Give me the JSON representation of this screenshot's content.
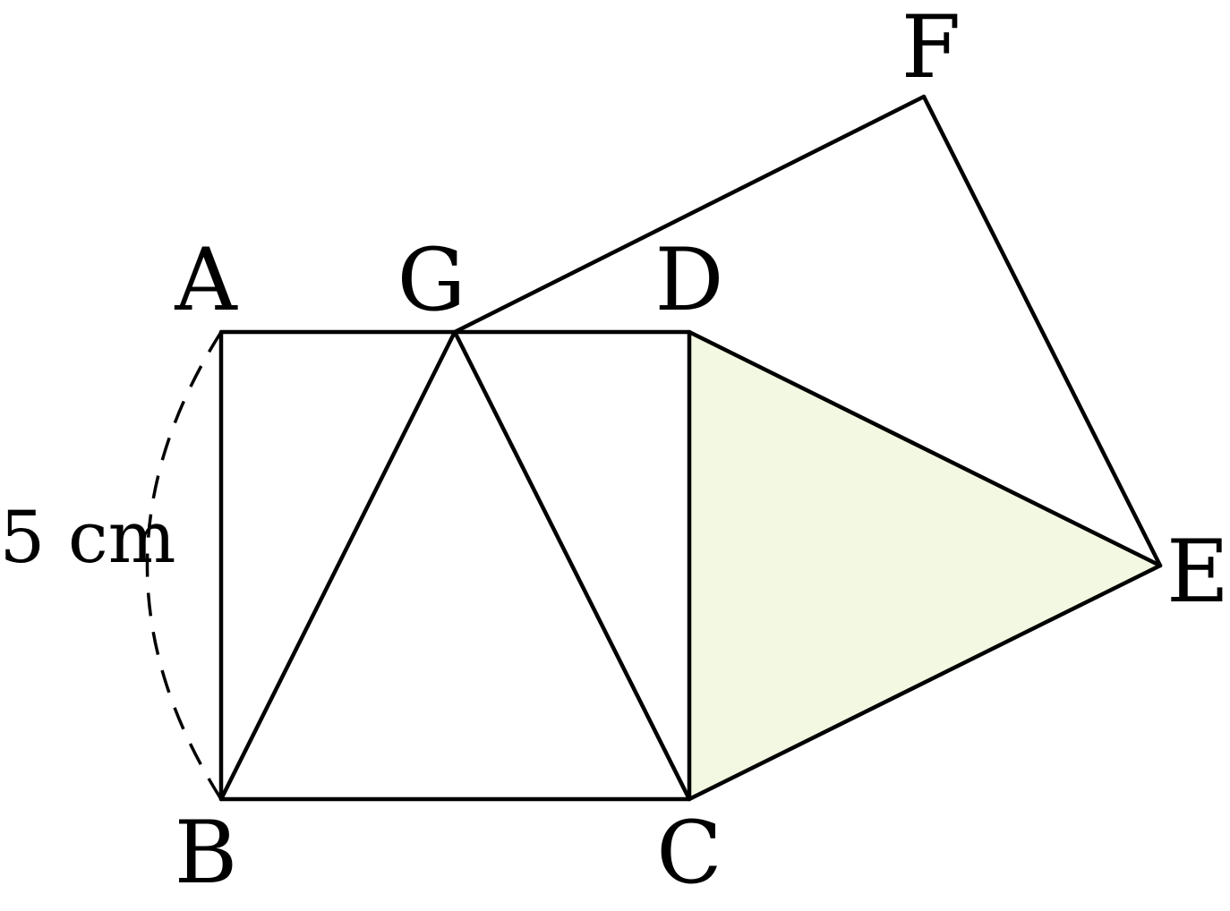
{
  "diagram": {
    "points": {
      "A": "A",
      "B": "B",
      "C": "C",
      "D": "D",
      "E": "E",
      "F": "F",
      "G": "G"
    },
    "dimension": {
      "label": "5 cm",
      "segment": "AB"
    },
    "shaded_region": {
      "triangle": "CDE",
      "color": "#f2f8e1"
    },
    "line_color": "#000000"
  }
}
